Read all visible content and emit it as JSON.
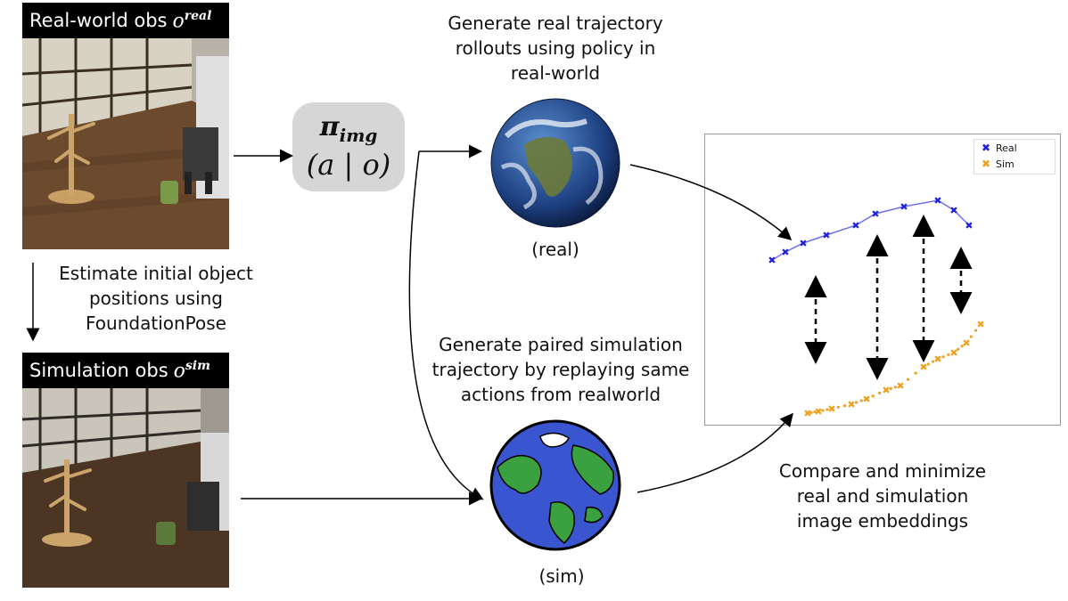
{
  "real_obs": {
    "label": "Real-world obs",
    "symbol": "o",
    "superscript": "real"
  },
  "sim_obs": {
    "label": "Simulation obs",
    "symbol": "o",
    "superscript": "sim"
  },
  "estimate_caption": [
    "Estimate initial object",
    "positions using",
    "FoundationPose"
  ],
  "policy": {
    "pi": "π",
    "subscript": "img",
    "args": "(a | o)"
  },
  "real_caption": [
    "Generate real trajectory",
    "rollouts using policy in",
    "real-world"
  ],
  "real_globe_label": "(real)",
  "sim_caption": [
    "Generate paired simulation",
    "trajectory by replaying same",
    "actions from realworld"
  ],
  "sim_globe_label": "(sim)",
  "compare_caption": [
    "Compare and minimize",
    "real and simulation",
    "image embeddings"
  ],
  "colors": {
    "real": "#1f1fe0",
    "real_line": "#6f6ff0",
    "sim": "#f0a020",
    "policy_bg": "#d6d6d6"
  },
  "chart_data": {
    "type": "line",
    "series": [
      {
        "name": "Real",
        "marker": "x",
        "x": [
          866,
          881,
          901,
          927,
          960,
          982,
          1014,
          1052,
          1070,
          1087
        ],
        "y": [
          292,
          283,
          273,
          264,
          253,
          240,
          232,
          225,
          236,
          253
        ]
      },
      {
        "name": "Sim",
        "marker": "x",
        "x": [
          906,
          918,
          933,
          955,
          972,
          994,
          1010,
          1036,
          1052,
          1070,
          1084,
          1100
        ],
        "y": [
          464,
          462,
          459,
          454,
          448,
          438,
          433,
          412,
          403,
          396,
          385,
          364
        ]
      }
    ],
    "legend": "top-right",
    "grid": false
  }
}
